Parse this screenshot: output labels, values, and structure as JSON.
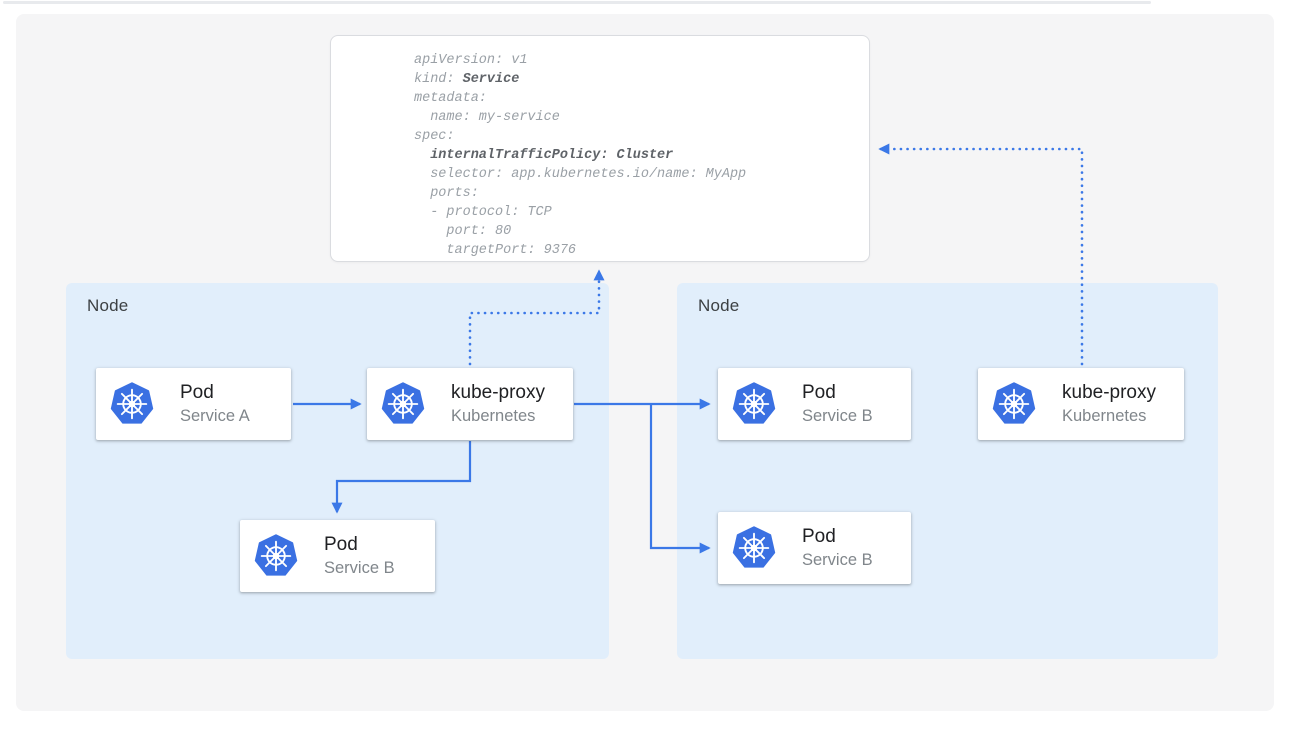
{
  "colors": {
    "accent_blue": "#3b78e7",
    "k8s_blue": "#3a70e2",
    "node_fill": "#e1eefb",
    "panel_bg": "#f5f5f6",
    "code_text": "#9aa0a6",
    "code_bold": "#5f6368"
  },
  "yaml_card": {
    "lines": [
      {
        "pre": "apiVersion: v1",
        "bold": "",
        "post": ""
      },
      {
        "pre": "kind: ",
        "bold": "Service",
        "post": ""
      },
      {
        "pre": "metadata:",
        "bold": "",
        "post": ""
      },
      {
        "pre": "  name: my-service",
        "bold": "",
        "post": ""
      },
      {
        "pre": "spec:",
        "bold": "",
        "post": ""
      },
      {
        "pre": "  ",
        "bold": "internalTrafficPolicy: Cluster",
        "post": ""
      },
      {
        "pre": "  selector: app.kubernetes.io/name: MyApp",
        "bold": "",
        "post": ""
      },
      {
        "pre": "  ports:",
        "bold": "",
        "post": ""
      },
      {
        "pre": "  - protocol: TCP",
        "bold": "",
        "post": ""
      },
      {
        "pre": "    port: 80",
        "bold": "",
        "post": ""
      },
      {
        "pre": "    targetPort: 9376",
        "bold": "",
        "post": ""
      }
    ]
  },
  "nodes": [
    {
      "label": "Node"
    },
    {
      "label": "Node"
    }
  ],
  "cards": [
    {
      "title": "Pod",
      "subtitle": "Service A"
    },
    {
      "title": "kube-proxy",
      "subtitle": "Kubernetes"
    },
    {
      "title": "Pod",
      "subtitle": "Service B"
    },
    {
      "title": "Pod",
      "subtitle": "Service B"
    },
    {
      "title": "Pod",
      "subtitle": "Service B"
    },
    {
      "title": "kube-proxy",
      "subtitle": "Kubernetes"
    }
  ]
}
